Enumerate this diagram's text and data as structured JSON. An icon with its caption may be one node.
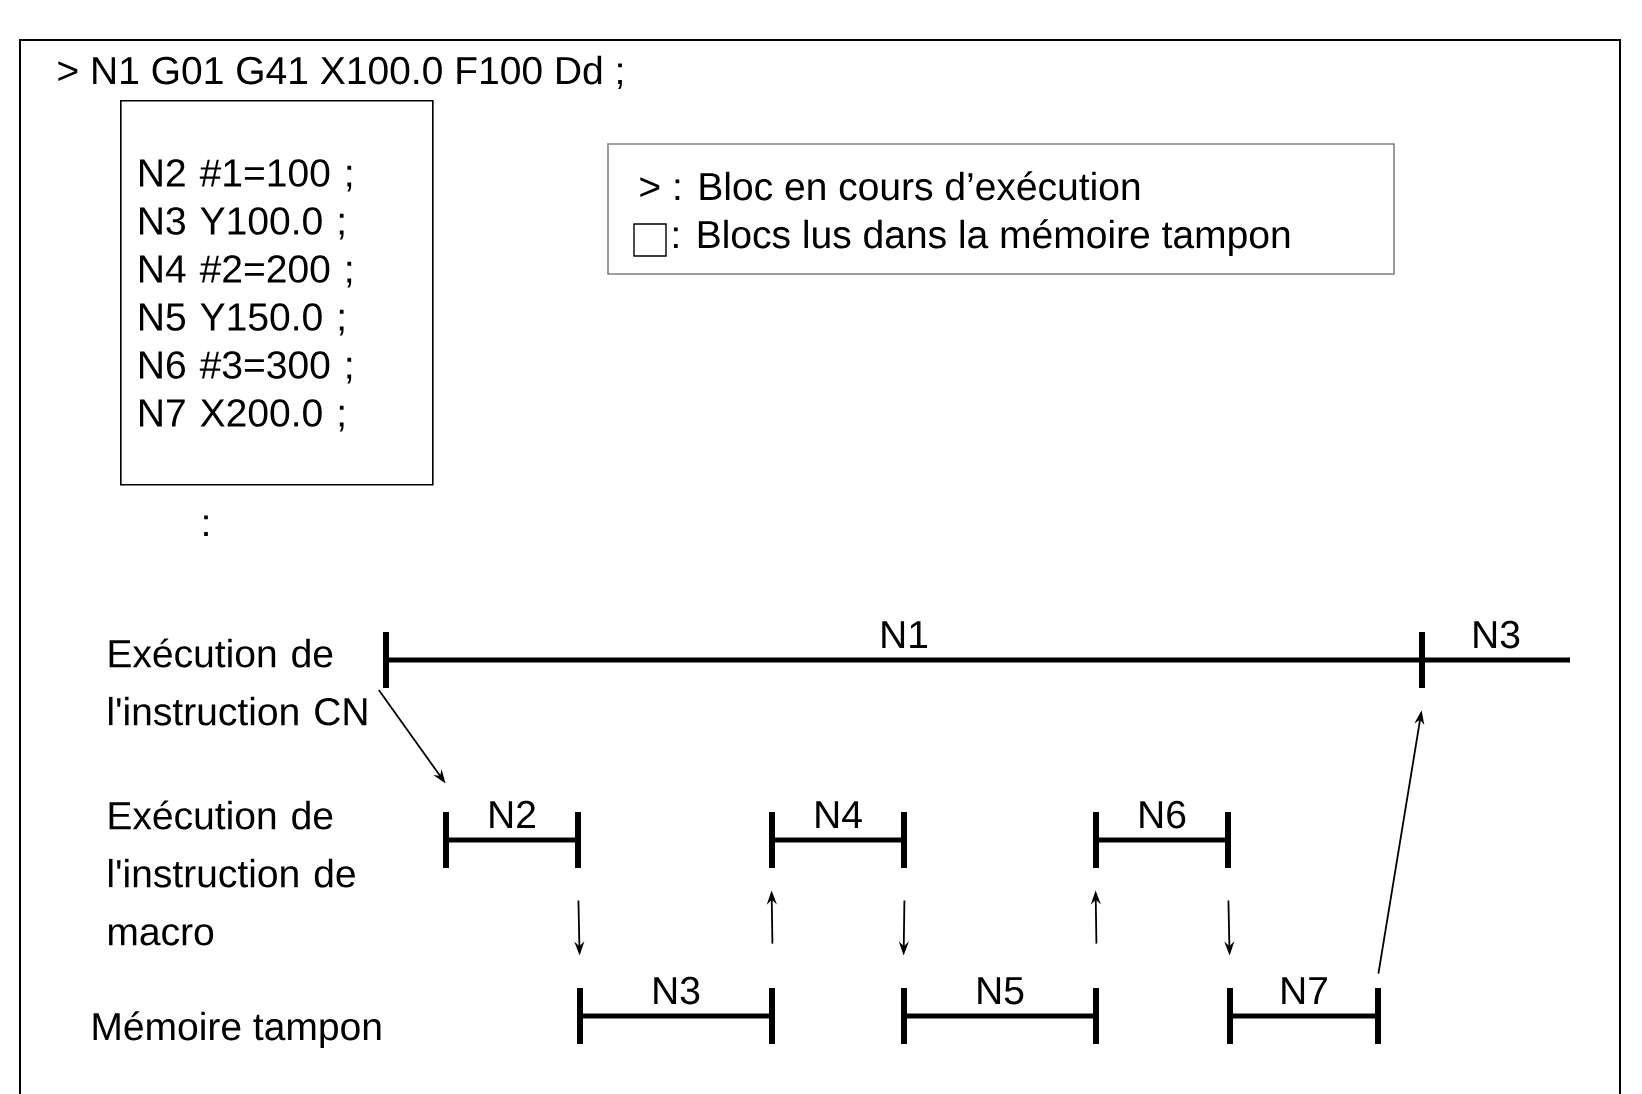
{
  "diagram": {
    "nodes": [
      {
        "text": [
          "N2 #1=100 ;",
          "N3 Y100.0 ;",
          "N4 #2=200 ;",
          "N5 Y150.0 ;",
          "N6 #3=300 ;",
          "N7 X200.0 ;"
        ]
      },
      {
        "text": [
          "Exécution de l'instruction CN"
        ]
      },
      {
        "text": [
          "N1"
        ]
      },
      {
        "text": [
          "N3"
        ]
      },
      {
        "text": [
          "N2"
        ]
      },
      {
        "text": [
          "N4"
        ]
      },
      {
        "text": [
          "N6"
        ]
      },
      {
        "text": [
          "N3"
        ]
      },
      {
        "text": [
          "N5"
        ]
      },
      {
        "text": [
          "N7"
        ]
      }
    ],
    "edges": [
      {
        "from": 1,
        "to": 4,
        "arrow": "to"
      },
      {
        "from": 4,
        "to": 7,
        "arrow": "to"
      },
      {
        "from": 7,
        "to": 5,
        "arrow": "to"
      },
      {
        "from": 5,
        "to": 8,
        "arrow": "to"
      },
      {
        "from": 8,
        "to": 6,
        "arrow": "to"
      },
      {
        "from": 6,
        "to": 9,
        "arrow": "to"
      },
      {
        "from": 9,
        "to": 3,
        "arrow": "to"
      }
    ],
    "labels": [
      "> N1 G01 G41 X100.0 F100 Dd ;",
      ":",
      "Exécution de l'instruction de macro",
      "Mémoire tampon"
    ],
    "legend": [
      {
        "text": "> : Bloc en cours d’exécution"
      },
      {
        "text": ": Blocs lus dans la mémoire tampon"
      }
    ]
  }
}
